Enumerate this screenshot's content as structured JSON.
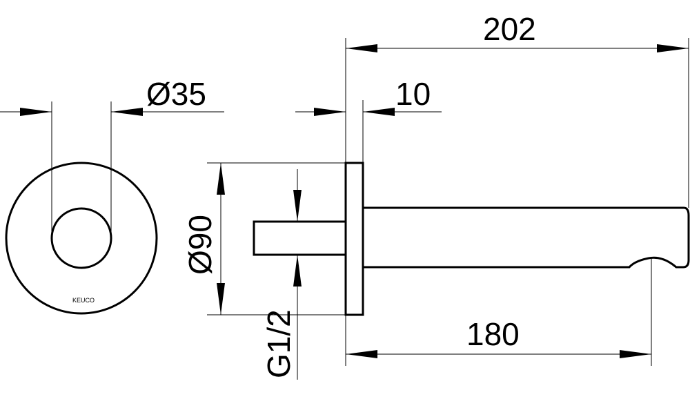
{
  "drawing": {
    "front_view": {
      "logo_text": "KEUCO",
      "dim_inner_diameter": "Ø35"
    },
    "side_view": {
      "dim_total_length": "202",
      "dim_rosette_thickness": "10",
      "dim_rosette_diameter": "Ø90",
      "dim_thread": "G1/2",
      "dim_spout_length": "180"
    }
  }
}
